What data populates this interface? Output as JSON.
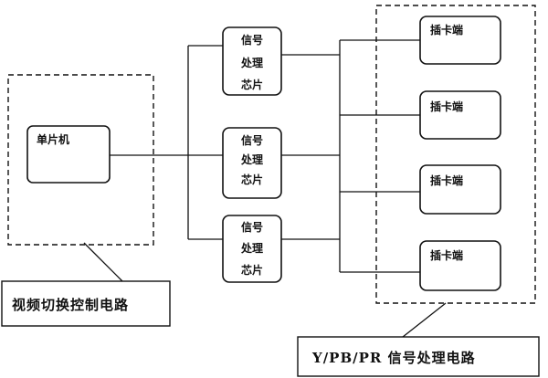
{
  "diagram": {
    "mcu": {
      "label": "单片机"
    },
    "chips": [
      {
        "lines": [
          "信号",
          "处理",
          "芯片"
        ]
      },
      {
        "lines": [
          "信号",
          "处理",
          "芯片"
        ]
      },
      {
        "lines": [
          "信号",
          "处理",
          "芯片"
        ]
      }
    ],
    "cards": [
      {
        "label": "插卡端"
      },
      {
        "label": "插卡端"
      },
      {
        "label": "插卡端"
      },
      {
        "label": "插卡端"
      }
    ],
    "callouts": {
      "control_circuit": "视频切换控制电路",
      "processing_circuit": "Y/PB/PR 信号处理电路"
    }
  }
}
